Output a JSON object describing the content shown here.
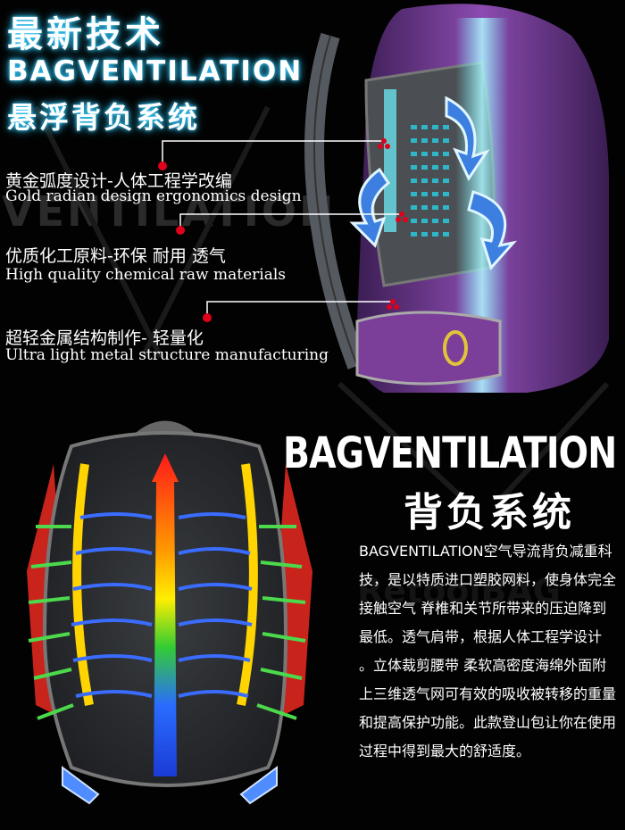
{
  "header": {
    "title": "最新技术",
    "subtitle_en": "BAGVENTILATION",
    "subtitle_cn": "悬浮背负系统"
  },
  "features": [
    {
      "cn": "黄金弧度设计-人体工程学改编",
      "en": "Gold radian design ergonomics design"
    },
    {
      "cn": "优质化工原料-环保 耐用 透气",
      "en": "High quality chemical raw materials"
    },
    {
      "cn": "超轻金属结构制作- 轻量化",
      "en": "Ultra light metal structure manufacturing"
    }
  ],
  "section2": {
    "title_en": "BAGVENTILATION",
    "title_cn": "背负系统",
    "description": "BAGVENTILATION空气导流背负减重科技，是以特质进口塑胶网料，使身体完全接触空气 脊椎和关节所带来的压迫降到最低。透气肩带，根据人体工程学设计 。立体裁剪腰带 柔软高密度海绵外面附上三维透气网可有效的吸收被转移的重量和提高保护功能。此款登山包让你在使用过程中得到最大的舒适度。"
  },
  "watermarks": {
    "top": "VENTILATION",
    "bottom": "RetoolBAG"
  },
  "colors": {
    "glow": "#33ccff",
    "callout_red": "#e0001b",
    "bag_purple": "#7b3f9a",
    "bag_gray": "#55585c"
  }
}
